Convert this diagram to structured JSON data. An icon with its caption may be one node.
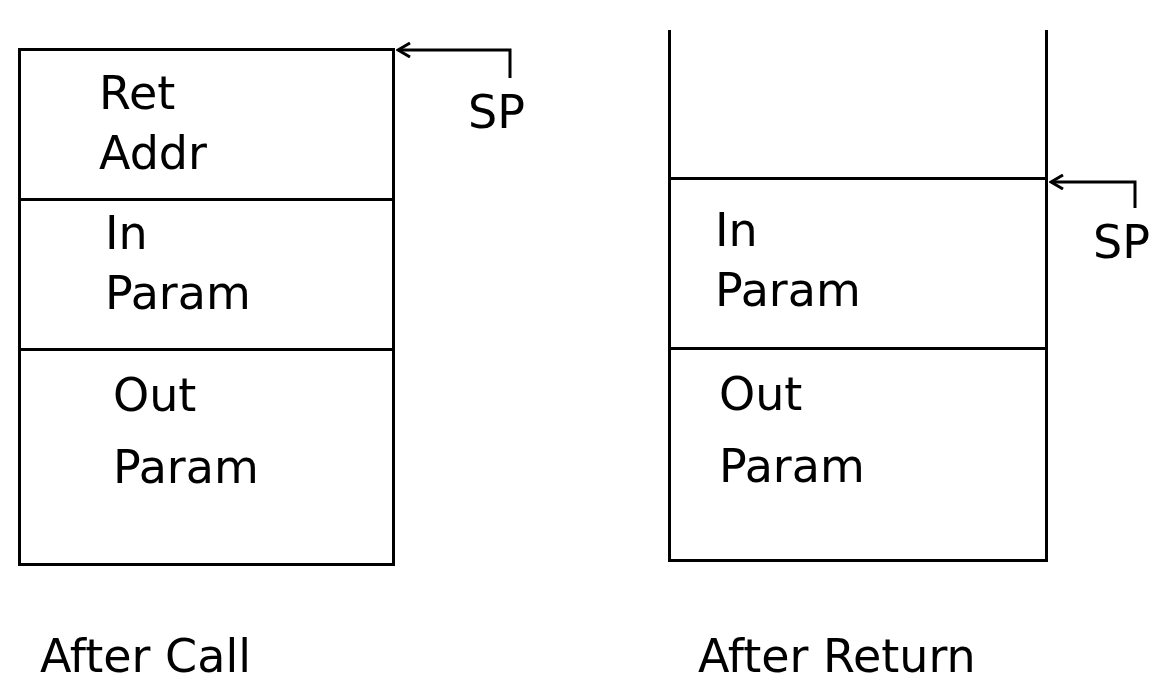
{
  "diagram": {
    "nodes": [
      {
        "text": [],
        "shape": "box",
        "beside": [
          "After Call"
        ]
      },
      {
        "text": [
          "Ret Addr"
        ],
        "in": 0
      },
      {
        "text": [
          "In Param"
        ],
        "in": 0
      },
      {
        "text": [
          "Out Param"
        ],
        "in": 0
      },
      {
        "text": [
          "SP"
        ]
      },
      {
        "text": [],
        "shape": "box",
        "beside": [
          "After Return"
        ]
      },
      {
        "text": [],
        "shape": "box",
        "in": 5
      },
      {
        "text": [
          "In Param"
        ],
        "in": 5
      },
      {
        "text": [
          "Out Param"
        ],
        "in": 5
      },
      {
        "text": [
          "SP"
        ]
      }
    ],
    "edges": [
      {
        "from": 4,
        "to": 1,
        "arrow": "to"
      },
      {
        "from": 9,
        "to": 7,
        "arrow": "to"
      }
    ]
  }
}
